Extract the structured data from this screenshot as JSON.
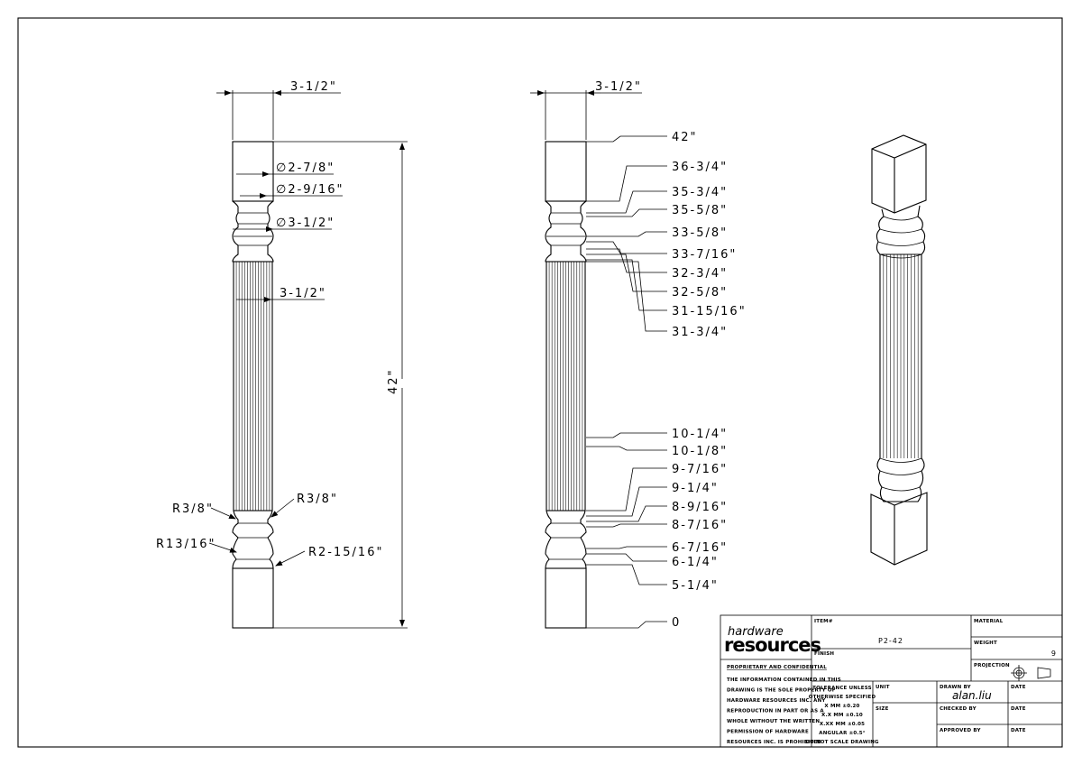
{
  "front_view": {
    "top_width": "3-1/2\"",
    "dia_1": "2-7/8\"",
    "dia_2": "2-9/16\"",
    "dia_3": "3-1/2\"",
    "shaft_width": "3-1/2\"",
    "height": "42\"",
    "r_left": "R3/8\"",
    "r_right": "R3/8\"",
    "r_bottom_left": "R13/16\"",
    "r_bottom_right": "R2-15/16\""
  },
  "side_view": {
    "top_width": "3-1/2\"",
    "elevations_top": [
      "42\"",
      "36-3/4\"",
      "35-3/4\"",
      "35-5/8\"",
      "33-5/8\"",
      "33-7/16\"",
      "32-3/4\"",
      "32-5/8\"",
      "31-15/16\"",
      "31-3/4\""
    ],
    "elevations_bottom": [
      "10-1/4\"",
      "10-1/8\"",
      "9-7/16\"",
      "9-1/4\"",
      "8-9/16\"",
      "8-7/16\"",
      "6-7/16\"",
      "6-1/4\"",
      "5-1/4\"",
      "0"
    ]
  },
  "title_block": {
    "logo_top": "hardware",
    "logo_bottom": "resources",
    "confidential_heading": "PROPRIETARY AND CONFIDENTIAL",
    "confidential_lines": [
      "THE INFORMATION CONTAINED IN THIS",
      "DRAWING IS THE SOLE PROPERTY OF",
      "HARDWARE RESOURCES INC. ANY",
      "REPRODUCTION IN PART OR AS A",
      "WHOLE WITHOUT THE WRITTEN",
      "PERMISSION OF HARDWARE",
      "RESOURCES INC. IS PROHIBITED"
    ],
    "item_label": "ITEM#",
    "item_value": "P2-42",
    "material_label": "MATERIAL",
    "weight_label": "WEIGHT",
    "weight_value": "9",
    "finish_label": "FINISH",
    "projection_label": "PROJECTION",
    "tolerance_lines": [
      "TOLERANCE UNLESS",
      "OTHERWISE SPECIFIED",
      "X   MM   ±0.20",
      "X.X   MM   ±0.10",
      "X.XX   MM   ±0.05",
      "ANGULAR   ±0.5°",
      "DO NOT SCALE DRAWING"
    ],
    "unit_label": "UNIT",
    "size_label": "SIZE",
    "drawn_by_label": "DRAWN BY",
    "drawn_by_value": "alan.liu",
    "checked_by_label": "CHECKED BY",
    "approved_by_label": "APPROVED BY",
    "date_label": "DATE"
  }
}
